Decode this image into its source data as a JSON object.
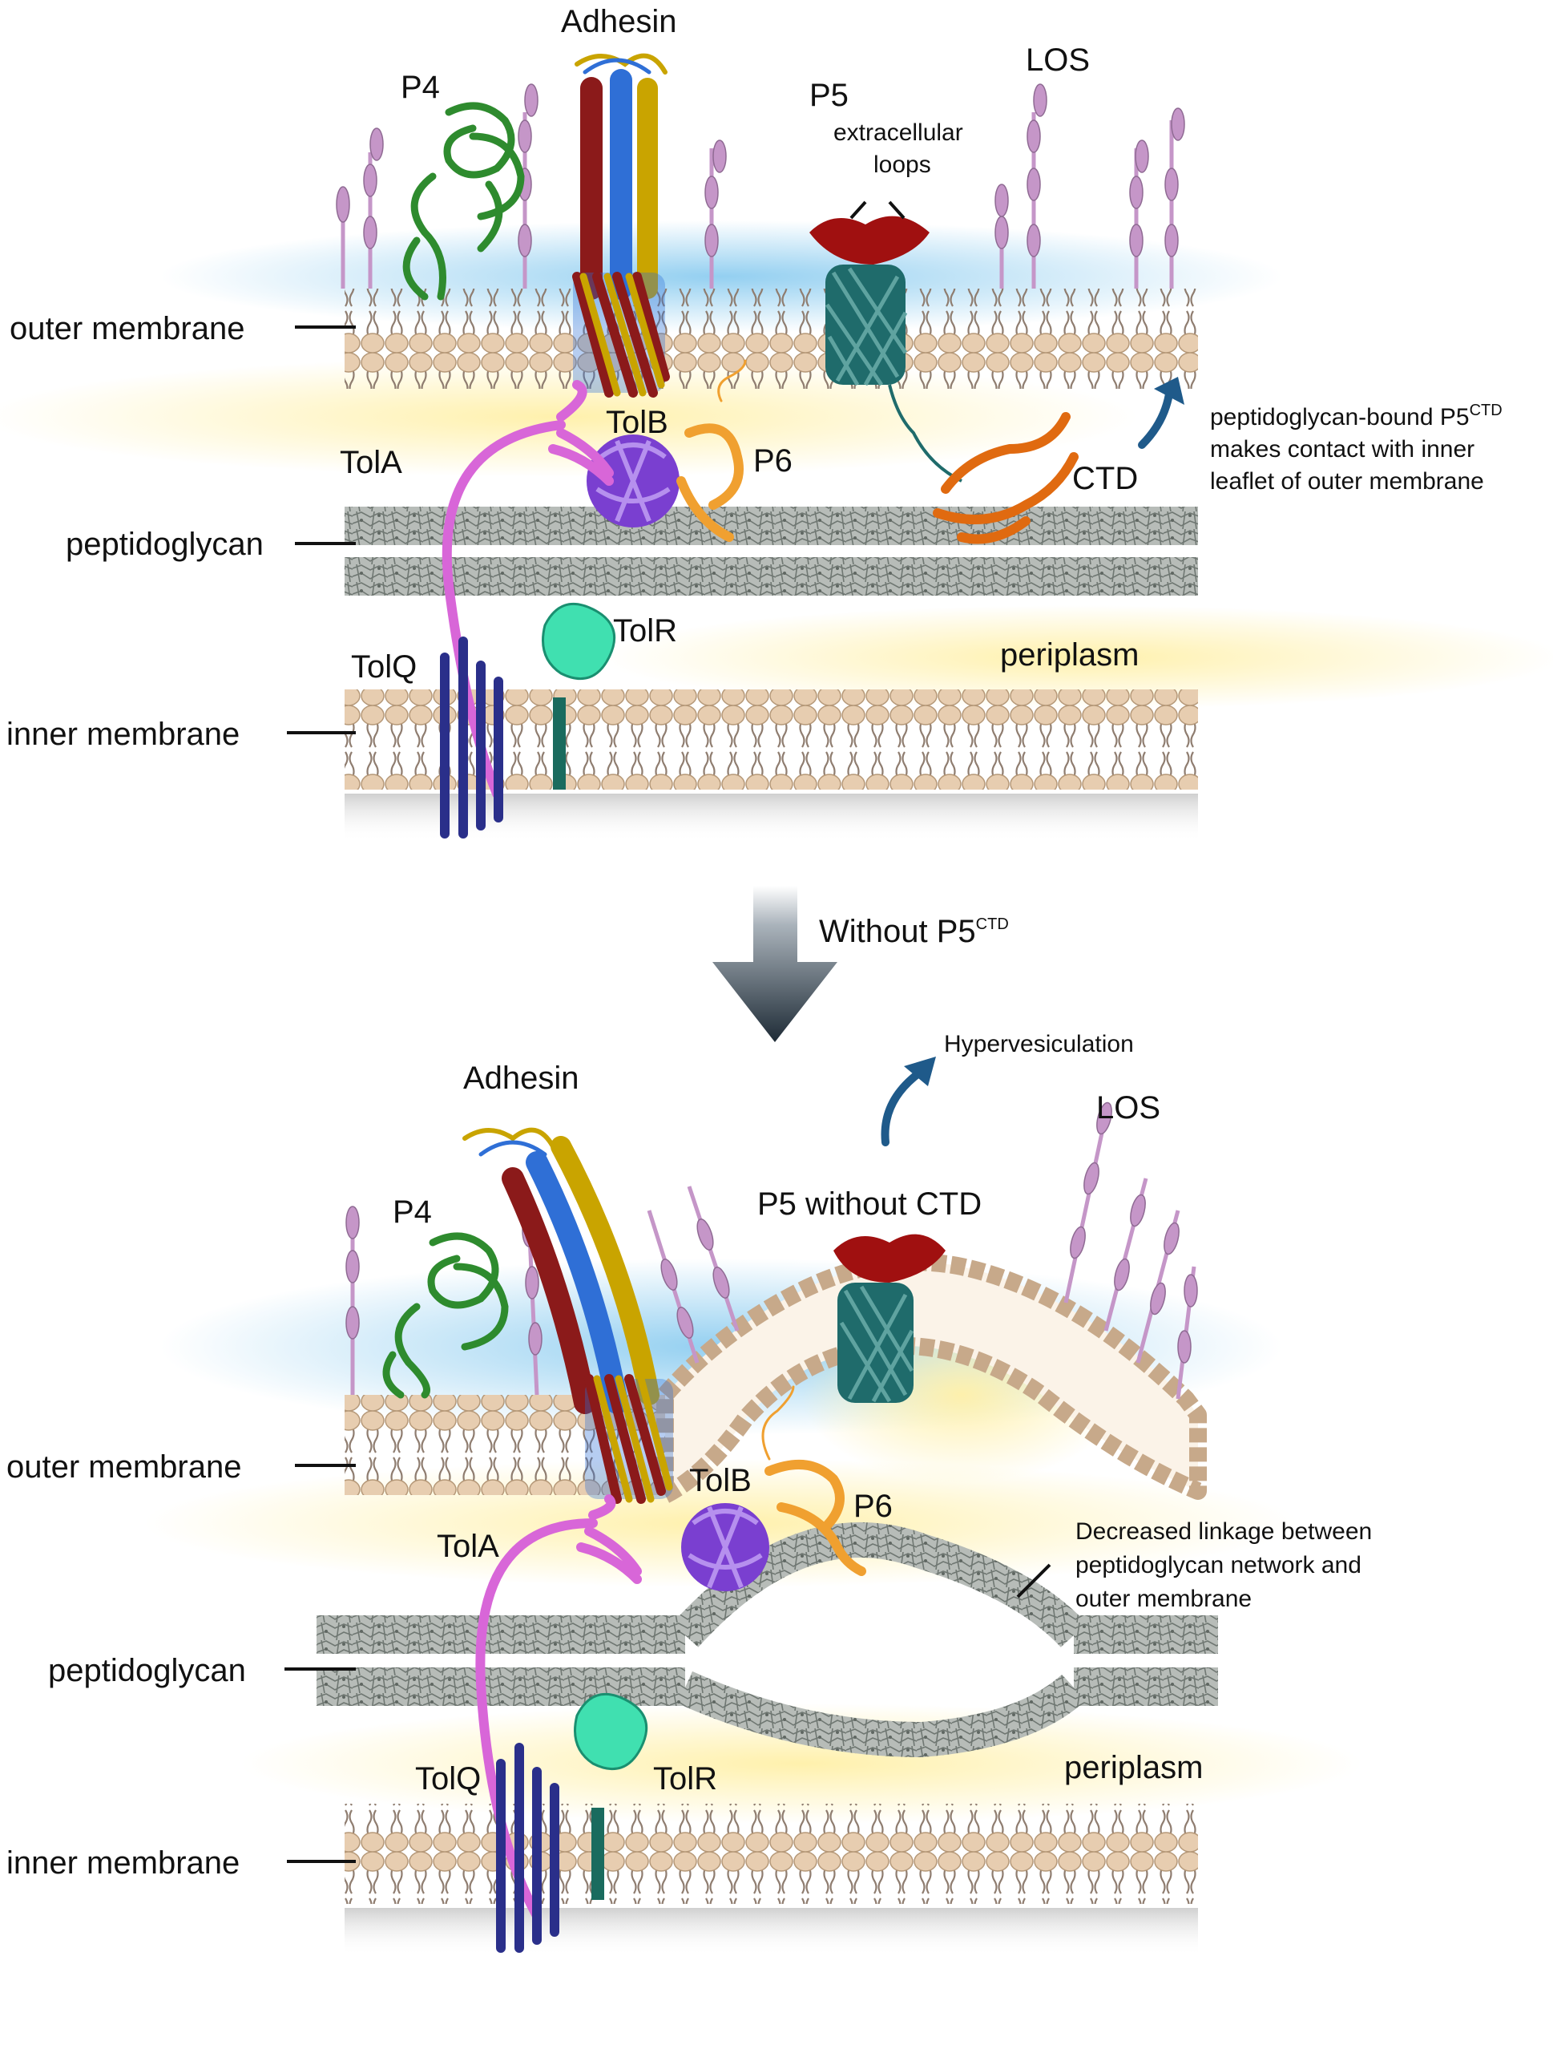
{
  "colors": {
    "background": "#ffffff",
    "extracellular_glow": "#9fd3f2",
    "periplasm_glow": "#fff2b8",
    "lipid_head": "#e6c9a8",
    "lipid_tail": "#9a8575",
    "peptidoglycan": "#8f9691",
    "p4": "#2e8b2e",
    "adhesin_red": "#8b1a1a",
    "adhesin_blue": "#2f6fd6",
    "adhesin_gold": "#c9a400",
    "p5_barrel": "#1f6b6b",
    "p5_loops": "#a01010",
    "ctd": "#e06a10",
    "p6": "#f0a030",
    "tolb": "#7a3fd0",
    "tola": "#d866d8",
    "tolq": "#2a2f8a",
    "tolr": "#40e0b0",
    "tolr_tm": "#1a6b5e",
    "los": "#c596c8",
    "arrow_blue": "#1f5a8a",
    "arrow_dark": "#1e2b36"
  },
  "icons": {
    "transition_arrow": "down-arrow-icon",
    "curved_arrow": "curved-arrow-icon"
  },
  "top": {
    "labels": {
      "outer_membrane": "outer membrane",
      "peptidoglycan": "peptidoglycan",
      "inner_membrane": "inner membrane",
      "periplasm": "periplasm",
      "p4": "P4",
      "adhesin": "Adhesin",
      "p5": "P5",
      "p5_loops_line1": "extracellular",
      "p5_loops_line2": "loops",
      "los": "LOS",
      "tola": "TolA",
      "tolb": "TolB",
      "p6": "P6",
      "ctd": "CTD",
      "tolq": "TolQ",
      "tolr": "TolR"
    },
    "note": {
      "line1_prefix": "peptidoglycan-bound P5",
      "line1_sup": "CTD",
      "line2": "makes contact with inner",
      "line3": "leaflet of outer membrane"
    }
  },
  "transition": {
    "label": "Without P5",
    "label_sup": "CTD"
  },
  "bottom": {
    "labels": {
      "outer_membrane": "outer membrane",
      "peptidoglycan": "peptidoglycan",
      "inner_membrane": "inner membrane",
      "periplasm": "periplasm",
      "p4": "P4",
      "adhesin": "Adhesin",
      "p5_without_ctd": "P5 without CTD",
      "los": "LOS",
      "hypervesiculation": "Hypervesiculation",
      "tola": "TolA",
      "tolb": "TolB",
      "p6": "P6",
      "tolq": "TolQ",
      "tolr": "TolR"
    },
    "note": {
      "line1": "Decreased linkage between",
      "line2": "peptidoglycan network and",
      "line3": "outer membrane"
    }
  }
}
